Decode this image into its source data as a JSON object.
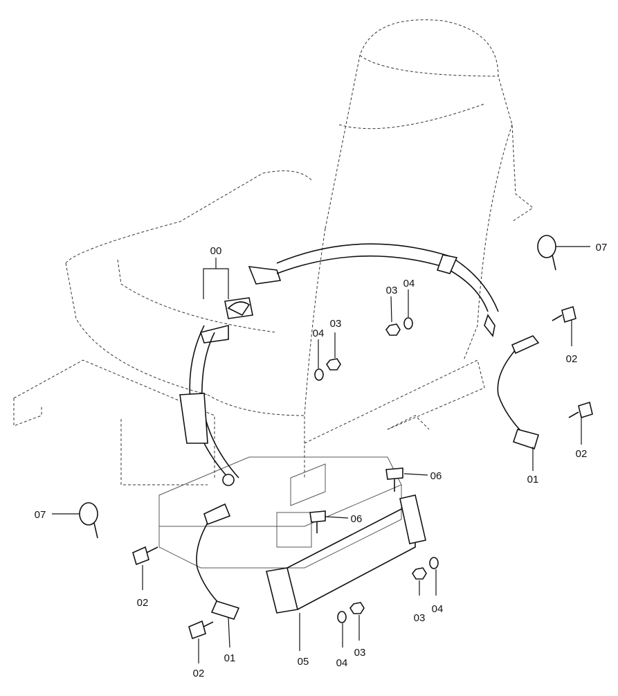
{
  "labels": {
    "belt_assembly": "00",
    "cable_left": "01",
    "cable_right": "01",
    "bolt_left_upper": "02",
    "bolt_left_lower": "02",
    "bolt_right_upper": "02",
    "bolt_right_lower": "02",
    "nut_center": "03",
    "nut_upper": "03",
    "nut_right": "03",
    "nut_bottom": "03",
    "washer_center": "04",
    "washer_upper": "04",
    "washer_right": "04",
    "washer_bottom": "04",
    "bracket": "05",
    "bolt_bracket_upper": "06",
    "bolt_bracket_lower": "06",
    "clip_right": "07",
    "clip_left": "07"
  }
}
